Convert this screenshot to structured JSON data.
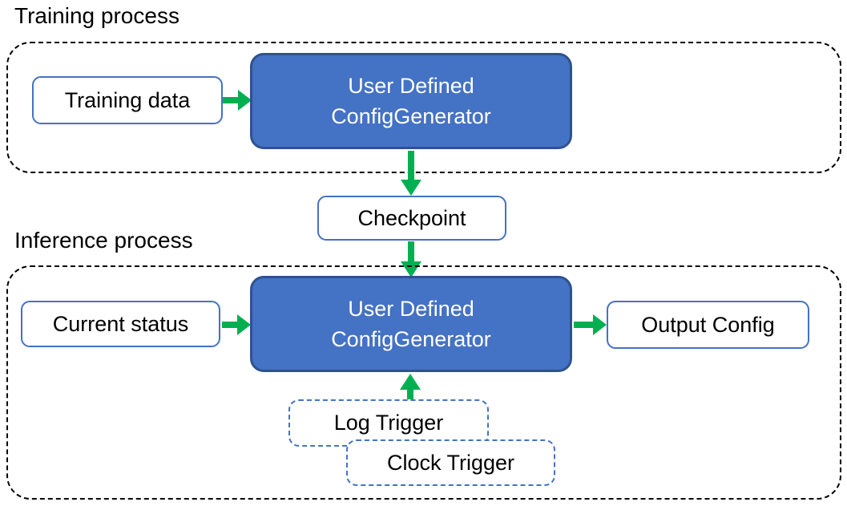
{
  "diagram": {
    "training": {
      "section_label": "Training process",
      "data_box": "Training data",
      "generator": {
        "line1": "User Defined",
        "line2": "ConfigGenerator"
      }
    },
    "checkpoint_box": "Checkpoint",
    "inference": {
      "section_label": "Inference process",
      "status_box": "Current status",
      "generator": {
        "line1": "User Defined",
        "line2": "ConfigGenerator"
      },
      "output_box": "Output Config",
      "log_trigger_box": "Log Trigger",
      "clock_trigger_box": "Clock Trigger"
    },
    "colors": {
      "generator_fill": "#4472C4",
      "generator_border": "#2F528F",
      "io_box_border": "#4472C4",
      "trigger_border": "#4472C4",
      "arrow_green": "#00B050",
      "container_dash": "#000000"
    }
  }
}
